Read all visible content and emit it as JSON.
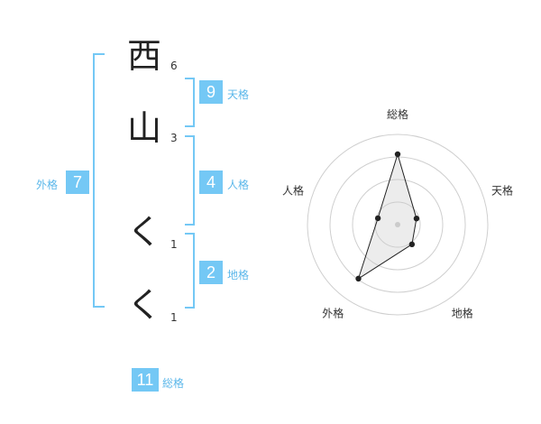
{
  "name_chars": [
    {
      "char": "西",
      "strokes": "6"
    },
    {
      "char": "山",
      "strokes": "3"
    },
    {
      "char": "く",
      "strokes": "1"
    },
    {
      "char": "く",
      "strokes": "1"
    }
  ],
  "fortune": {
    "tenkaku": {
      "label": "天格",
      "value": "9"
    },
    "jinkaku": {
      "label": "人格",
      "value": "4"
    },
    "chikaku": {
      "label": "地格",
      "value": "2"
    },
    "gaikaku": {
      "label": "外格",
      "value": "7"
    },
    "soukaku": {
      "label": "総格",
      "value": "11"
    }
  },
  "colors": {
    "accent": "#74c8f5",
    "bracket": "#74c8f5"
  },
  "chart_data": {
    "type": "radar",
    "axes": [
      "総格",
      "天格",
      "地格",
      "外格",
      "人格"
    ],
    "values": [
      0.78,
      0.22,
      0.27,
      0.74,
      0.23
    ],
    "rings": 4,
    "grid": true
  }
}
